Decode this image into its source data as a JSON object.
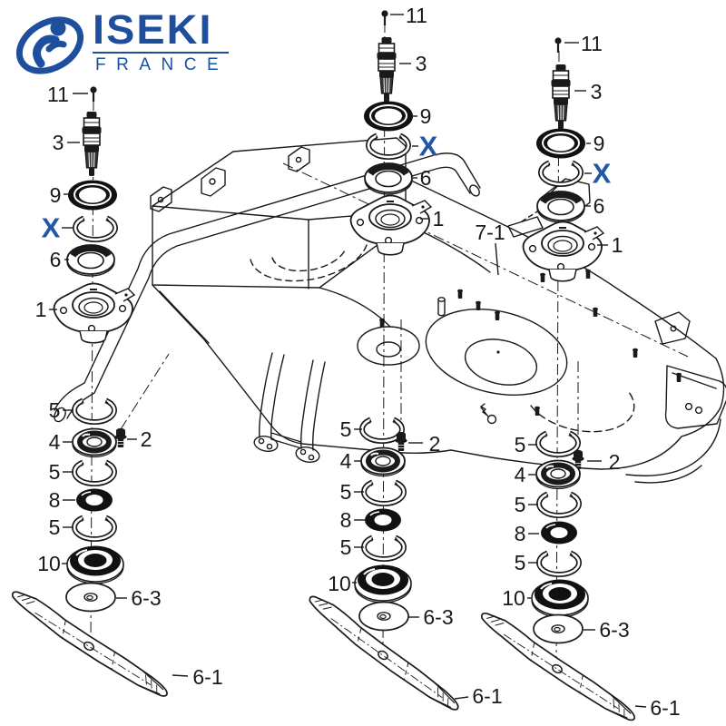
{
  "logo": {
    "brand": "ISEKI",
    "subtitle": "FRANCE"
  },
  "colors": {
    "brand_blue": "#1e4f9e",
    "highlight_blue": "#2057a7",
    "line_black": "#1a1a1a",
    "background": "#ffffff"
  },
  "labels": {
    "p11": "11",
    "p3": "3",
    "p9": "9",
    "px": "X",
    "p6": "6",
    "p1": "1",
    "p5": "5",
    "p4": "4",
    "p2": "2",
    "p8": "8",
    "p10": "10",
    "p63": "6-3",
    "p61": "6-1",
    "p71": "7-1"
  }
}
